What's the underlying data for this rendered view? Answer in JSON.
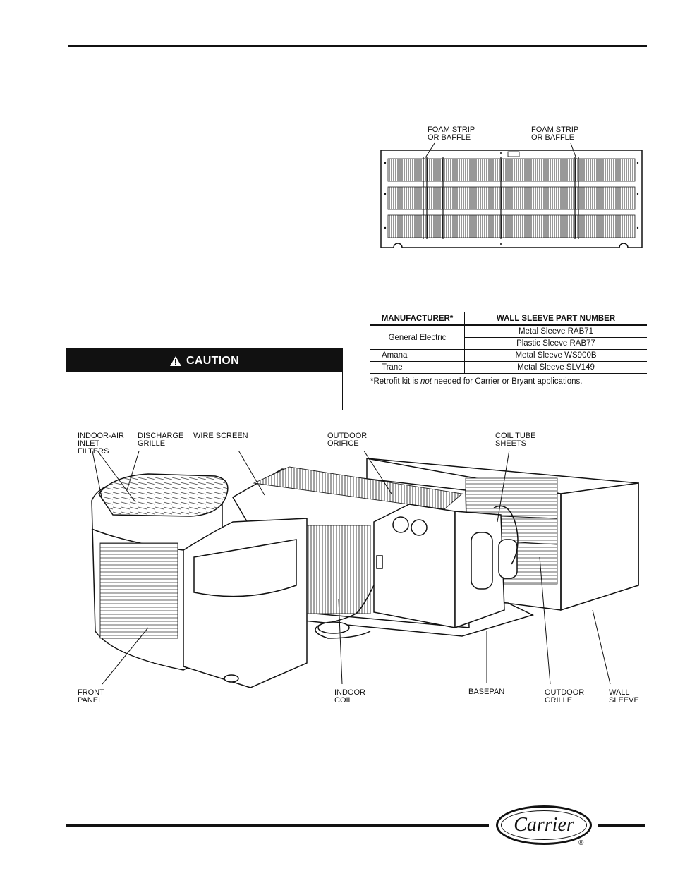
{
  "grille_figure": {
    "labels": [
      "FOAM STRIP\nOR BAFFLE",
      "FOAM STRIP\nOR BAFFLE"
    ]
  },
  "caution": {
    "title": "CAUTION"
  },
  "table": {
    "headers": [
      "MANUFACTURER*",
      "WALL SLEEVE PART NUMBER"
    ],
    "rows": [
      {
        "manufacturer": "General Electric",
        "parts": [
          "Metal Sleeve RAB71",
          "Plastic Sleeve RAB77"
        ]
      },
      {
        "manufacturer": "Amana",
        "parts": [
          "Metal Sleeve WS900B"
        ]
      },
      {
        "manufacturer": "Trane",
        "parts": [
          "Metal Sleeve SLV149"
        ]
      }
    ],
    "note_prefix": "*Retrofit kit is ",
    "note_emph": "not",
    "note_suffix": " needed for Carrier or Bryant applications."
  },
  "unit_figure": {
    "labels": {
      "indoor_air_inlet_filters": "INDOOR-AIR\nINLET\nFILTERS",
      "discharge_grille": "DISCHARGE\nGRILLE",
      "wire_screen": "WIRE SCREEN",
      "outdoor_orifice": "OUTDOOR\nORIFICE",
      "coil_tube_sheets": "COIL TUBE\nSHEETS",
      "front_panel": "FRONT\nPANEL",
      "indoor_coil": "INDOOR\nCOIL",
      "basepan": "BASEPAN",
      "outdoor_grille": "OUTDOOR\nGRILLE",
      "wall_sleeve": "WALL\nSLEEVE"
    }
  },
  "footer": {
    "logo_text": "Carrier",
    "registered": "®"
  }
}
